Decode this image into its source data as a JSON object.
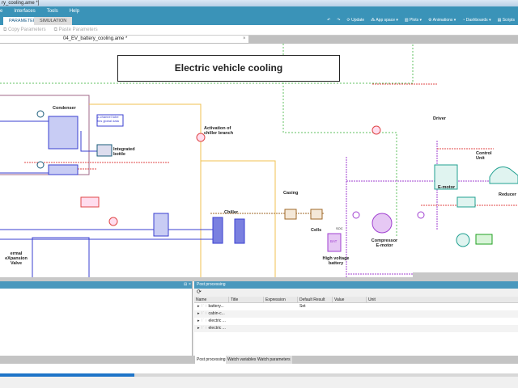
{
  "window": {
    "title": "ry_cooling.ame *]"
  },
  "menu": [
    "e",
    "Interfaces",
    "Tools",
    "Help"
  ],
  "ribbon_tabs": [
    {
      "label": "PARAMETER",
      "selected": true
    },
    {
      "label": "SIMULATION",
      "selected": false
    }
  ],
  "ribbon_tools": [
    "Update",
    "App space",
    "Plots",
    "Animations",
    "Dashboards",
    "Scripts"
  ],
  "toolbar": {
    "copy": "Copy Parameters",
    "paste": "Paste Parameters"
  },
  "document": {
    "tab": "04_EV_battery_cooling.ame *",
    "close": "×"
  },
  "diagram": {
    "title": "Electric vehicle cooling",
    "labels": {
      "condenser": "Condenser",
      "integrated_bottle": "Integrated bottle",
      "uchannel": "µ-channel tube fins global data",
      "activation": "Activation of chiller branch",
      "chiller": "Chiller",
      "txv": "ermal eXpansion Valve",
      "casing": "Casing",
      "cells": "Cells",
      "soc": "SOC",
      "hv_battery": "High voltage battery",
      "compressor": "Compressor E-motor",
      "driver": "Driver",
      "control_unit": "Control Unit",
      "emotor": "E-motor",
      "reducer": "Reducer",
      "bat": "BAT"
    },
    "colors": {
      "refrigerant": "#3a3fd0",
      "signal": "#e04848",
      "thermal": "#a06a2a",
      "electric": "#a040d0",
      "vehicle": "#20a090",
      "mechanical": "#20a020",
      "coolant": "#f0c050",
      "control": "#60c060"
    }
  },
  "left_panel": {
    "buttons": [
      "⊟",
      "×"
    ]
  },
  "post_processing": {
    "title": "Post processing",
    "columns": [
      "Name",
      "Title",
      "Expression",
      "Default Result Set",
      "Value",
      "Unit"
    ],
    "rows": [
      "battery...",
      "cabin-c...",
      "electric ...",
      "electric ..."
    ]
  },
  "bottom_tabs": [
    "Post processing",
    "Watch variables",
    "Watch parameters"
  ],
  "progress": {
    "percent": 26
  }
}
